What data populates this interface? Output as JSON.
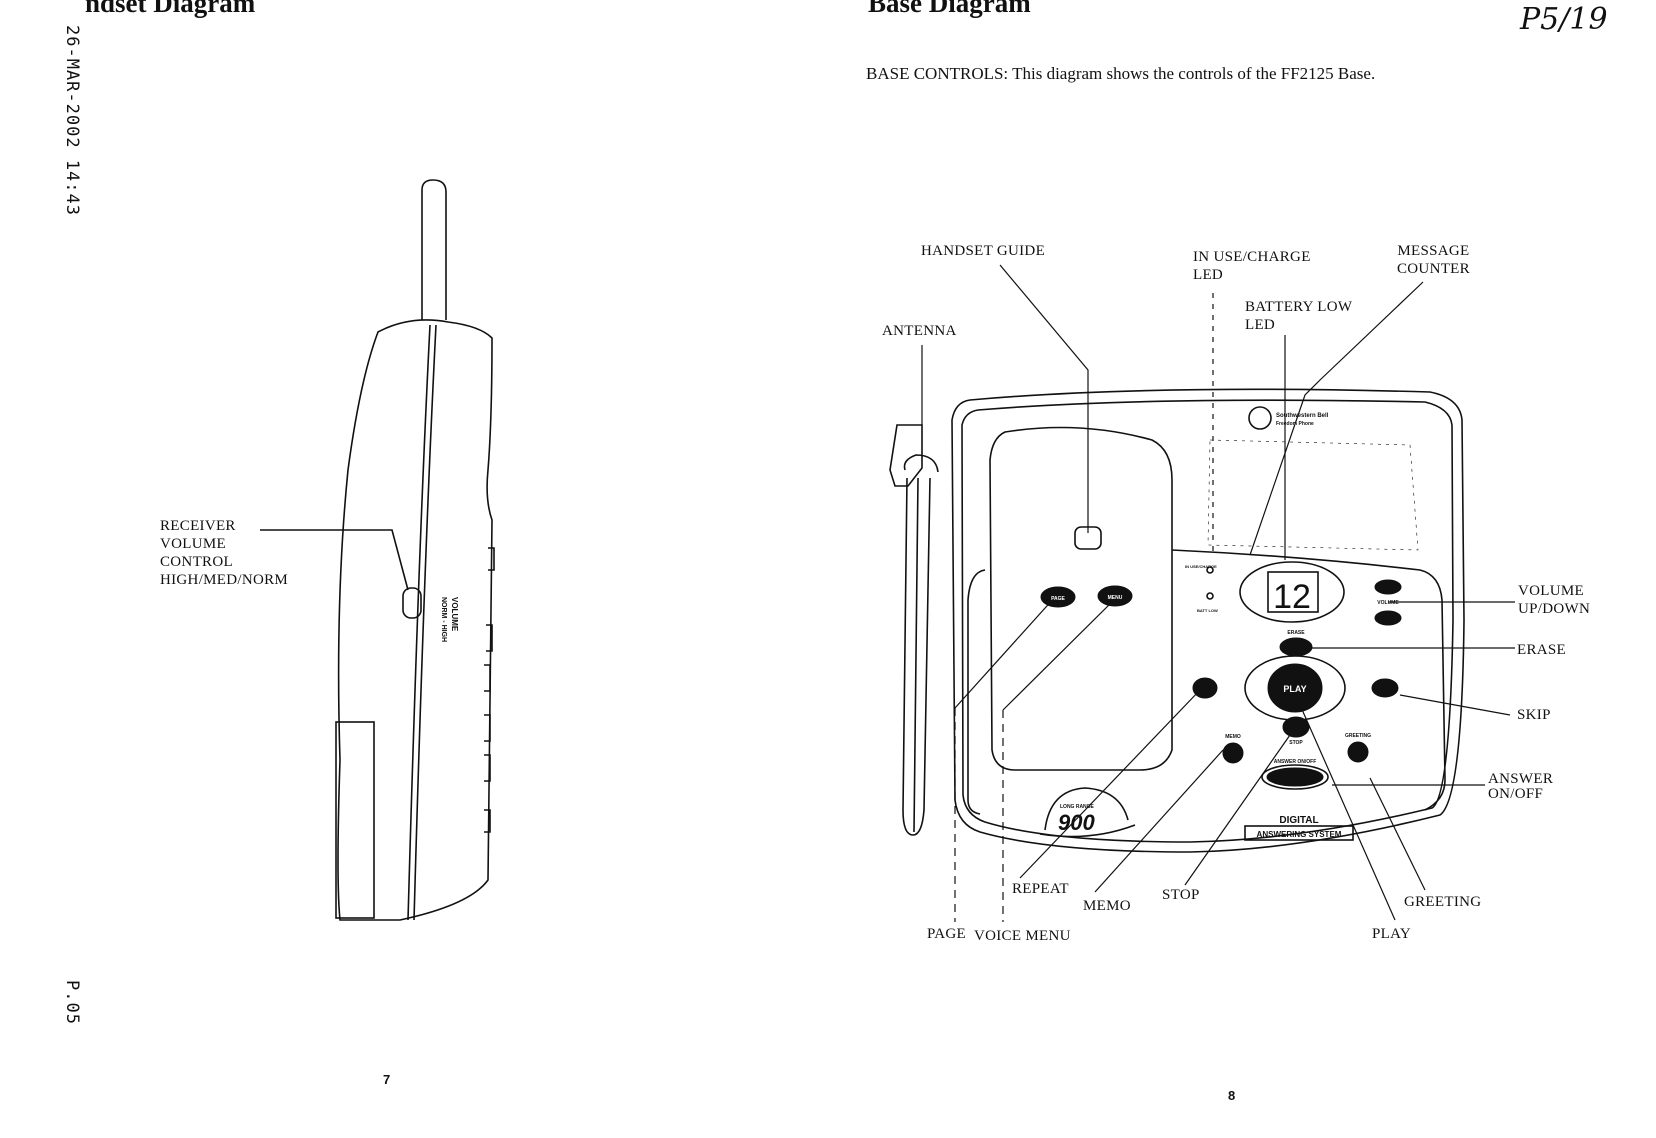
{
  "left_page": {
    "heading": "ndset Diagram",
    "fax_header": "26-MAR-2002  14:43",
    "fax_page": "P.05",
    "page_number": "7",
    "receiver_label": [
      "RECEIVER",
      "VOLUME",
      "CONTROL",
      "HIGH/MED/NORM"
    ],
    "switch_text": [
      "VOLUME",
      "NORM - HIGH"
    ]
  },
  "right_page": {
    "heading": "Base Diagram",
    "handwritten_note": "P5/19",
    "intro": "BASE CONTROLS: This diagram shows the controls of the FF2125 Base.",
    "page_number": "8",
    "labels": {
      "handset_guide": "HANDSET GUIDE",
      "in_use_charge_led": [
        "IN USE/CHARGE",
        "LED"
      ],
      "message_counter": [
        "MESSAGE",
        "COUNTER"
      ],
      "battery_low_led": [
        "BATTERY LOW",
        "LED"
      ],
      "antenna": "ANTENNA",
      "volume_up_down": [
        "VOLUME",
        "UP/DOWN"
      ],
      "erase": "ERASE",
      "skip": "SKIP",
      "answer_on_off": [
        "ANSWER",
        "ON/OFF"
      ],
      "repeat": "REPEAT",
      "memo": "MEMO",
      "stop": "STOP",
      "greeting": "GREETING",
      "page": "PAGE",
      "voice_menu": "VOICE MENU",
      "play": "PLAY"
    },
    "device_text": {
      "counter_display": "12",
      "play_button": "PLAY",
      "page_button": "PAGE",
      "menu_button": "MENU",
      "erase_button": "ERASE",
      "volume_button": "VOLUME",
      "memo_button": "MEMO",
      "stop_button": "STOP",
      "greeting_button": "GREETING",
      "answer_button": "ANSWER ON/OFF",
      "in_use_small": "IN USE/CHARGE",
      "batt_low_small": "BATT LOW",
      "brand": "Southwestern Bell",
      "brand_sub": "Freedom Phone",
      "logo_text": "LONG RANGE",
      "logo_number": "900",
      "digital": "DIGITAL",
      "answering_system": "ANSWERING SYSTEM"
    }
  }
}
